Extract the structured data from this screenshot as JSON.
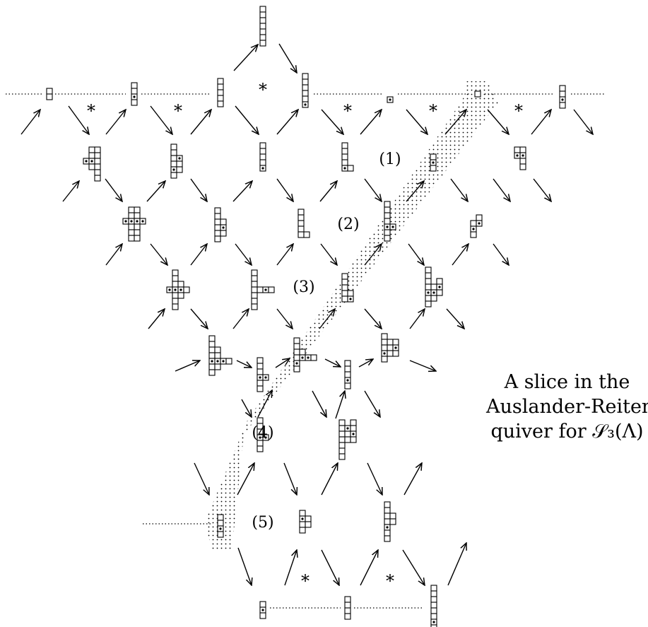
{
  "region_labels": [
    "(1)",
    "(2)",
    "(3)",
    "(4)",
    "(5)"
  ],
  "star_symbol": "*",
  "caption": {
    "line1": "A slice in the",
    "line2": "Auslander-Reiten",
    "line3": "quiver for 𝒮₃(Λ)"
  }
}
